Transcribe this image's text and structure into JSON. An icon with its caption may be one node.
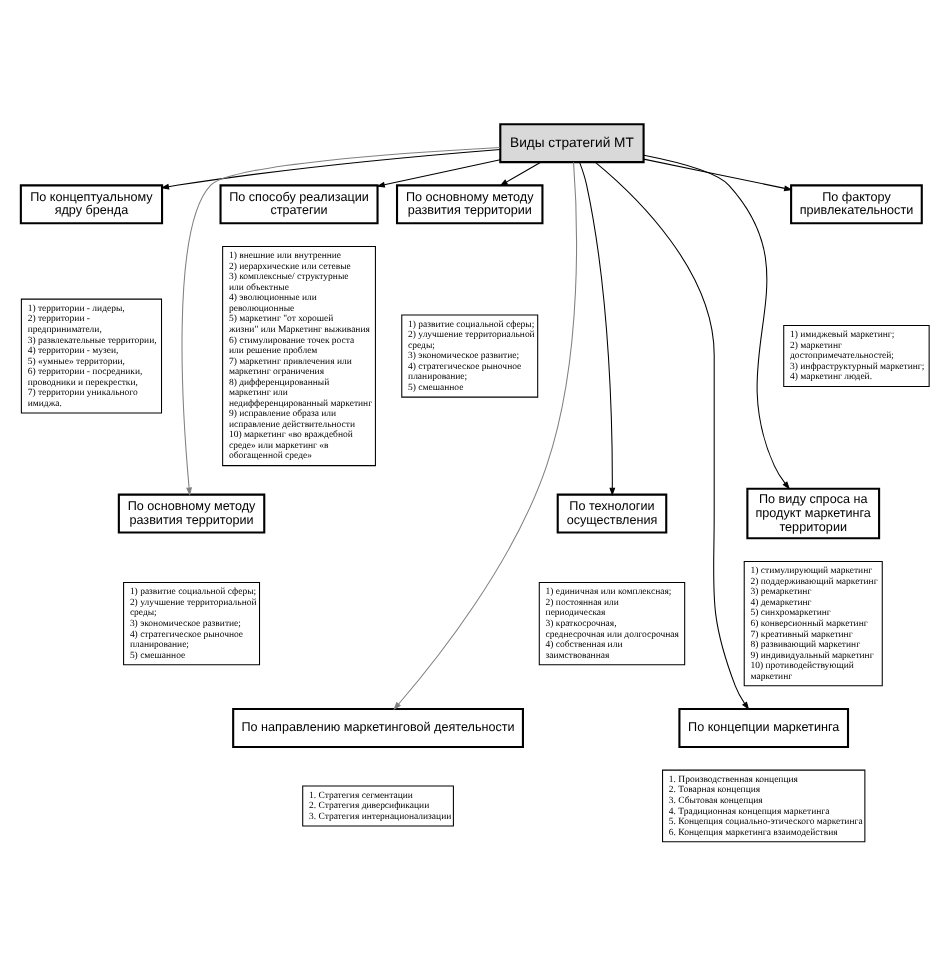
{
  "diagram": {
    "nodes": [
      {
        "text": [
          "Виды стратегий МТ"
        ]
      },
      {
        "text": [
          "По концептуальному ядру бренда"
        ]
      },
      {
        "text": [
          "1) территории - лидеры,",
          "2) территории - предприниматели,",
          "3) развлекательные территории,",
          "4) территории - музеи,",
          "5) «умные» территории,",
          "6) территории - посредники, проводники и перекрестки,",
          "7) территории уникального имиджа."
        ]
      },
      {
        "text": [
          "По фактору привлекательности"
        ]
      },
      {
        "text": [
          "1) имиджевый маркетинг;",
          "2) маркетинг достопримечательностей;",
          "3) инфраструктурный маркетинг;",
          "4) маркетинг людей."
        ]
      },
      {
        "text": [
          "По способу реализации стратегии"
        ]
      },
      {
        "text": [
          "1) внешние или внутренние",
          "2) иерархические или сетевые",
          "3) комплексные/ структурные или объектные",
          "4) эволюционные или революционные",
          "5) маркетинг \"от хорошей жизни\" или Маркетинг выживания",
          "6) стимулирование точек роста или решение проблем",
          "7) маркетинг привлечения или маркетинг ограничения",
          "8) дифференцированный маркетинг или недифференцированный маркетинг",
          "9) исправление образа или исправление действительности",
          "10) маркетинг «во враждебной среде» или маркетинг «в обогащенной среде»"
        ]
      },
      {
        "text": [
          "По основному методу развития территории"
        ]
      },
      {
        "text": [
          "1) развитие социальной сферы;",
          "2) улучшение территориальной среды;",
          "3) экономическое развитие;",
          "4) стратегическое рыночное планирование;",
          "5) смешанное"
        ]
      },
      {
        "text": [
          "По основному методу развития территории"
        ]
      },
      {
        "text": [
          "1) развитие социальной сферы;",
          "2) улучшение территориальной среды;",
          "3) экономическое развитие;",
          "4) стратегическое рыночное планирование;",
          "5) смешанное"
        ]
      },
      {
        "text": [
          "По виду спроса на продукт маркетинга территории"
        ]
      },
      {
        "text": [
          "1) стимулирующий маркетинг",
          "2) поддерживающий маркетинг",
          "3) ремаркетинг",
          "4) демаркетинг",
          "5) синхромаркетинг",
          "6) конверсионный маркетинг",
          "7) креативный маркетинг",
          "8) развивающий маркетинг",
          "9) индивидуальный маркетинг",
          "10) противодействующий маркетинг"
        ]
      },
      {
        "text": [
          "По технологии осуществления"
        ]
      },
      {
        "text": [
          "1) единичная или комплексная;",
          "2) постоянная или периодическая",
          "3) краткосрочная, среднесрочная или долгосрочная",
          "4) собственная или заимствованная"
        ]
      },
      {
        "text": [
          "По направлению маркетинговой деятельности"
        ]
      },
      {
        "text": [
          "1. Стратегия сегментации",
          "2. Стратегия диверсификации",
          "3. Стратегия интернационализации"
        ]
      },
      {
        "text": [
          "По концепции маркетинга"
        ]
      },
      {
        "text": [
          "1. Производственная концепция",
          "2. Товарная концепция",
          "3. Сбытовая концепция",
          "4. Традиционная концепция маркетинга",
          "5. Концепция социально-этического маркетинга",
          "6. Концепция маркетинга взаимодействия"
        ]
      }
    ],
    "edges": [
      {
        "from": 0,
        "to": 1,
        "arrow": "to"
      },
      {
        "from": 0,
        "to": 3,
        "arrow": "to"
      },
      {
        "from": 0,
        "to": 5,
        "arrow": "to"
      },
      {
        "from": 0,
        "to": 7,
        "arrow": "to"
      },
      {
        "from": 0,
        "to": 9,
        "arrow": "to",
        "color": "#808080"
      },
      {
        "from": 0,
        "to": 11,
        "arrow": "to"
      },
      {
        "from": 0,
        "to": 13,
        "arrow": "to"
      },
      {
        "from": 0,
        "to": 15,
        "arrow": "to",
        "color": "#808080"
      },
      {
        "from": 0,
        "to": 17,
        "arrow": "to"
      }
    ]
  }
}
